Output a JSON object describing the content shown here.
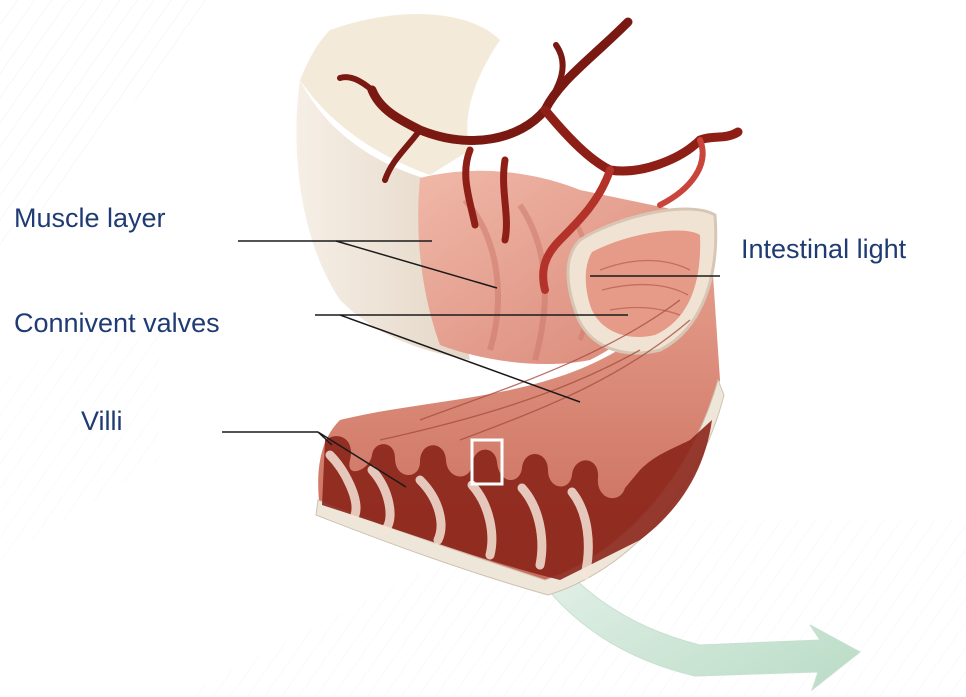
{
  "labels": {
    "muscle_layer": "Muscle layer",
    "connivent_valves": "Connivent valves",
    "villi": "Villi",
    "intestinal_light": "Intestinal light"
  },
  "colors": {
    "label_text": "#1f3b73",
    "leader_line": "#1a1a1a",
    "muscle_pink": "#e9a99a",
    "deep_red": "#8b1a14",
    "outer_wall": "#efe6da",
    "arrow_green": "#d7ebdf"
  }
}
